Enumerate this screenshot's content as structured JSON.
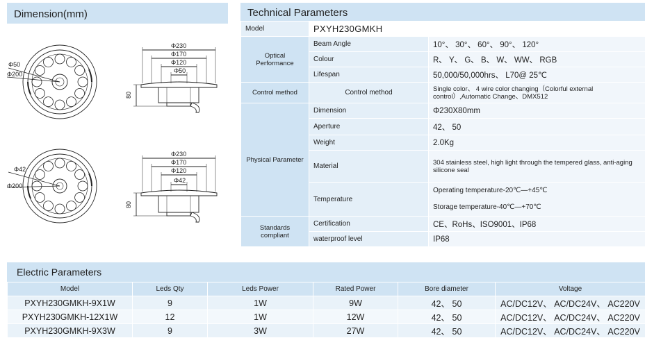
{
  "dimension": {
    "title": "Dimension(mm)",
    "top_view": {
      "labels": [
        {
          "text": "Φ230"
        },
        {
          "text": "Φ170"
        },
        {
          "text": "Φ120"
        },
        {
          "text": "Φ50"
        }
      ],
      "left_labels": {
        "inner": "Φ50",
        "outer": "Φ200"
      },
      "height": "80"
    },
    "bottom_view": {
      "labels": [
        {
          "text": "Φ230"
        },
        {
          "text": "Φ170"
        },
        {
          "text": "Φ120"
        },
        {
          "text": "Φ42"
        }
      ],
      "left_labels": {
        "inner": "Φ42",
        "outer": "Φ200"
      },
      "height": "80"
    }
  },
  "technical": {
    "title": "Technical  Parameters",
    "model_label": "Model",
    "model_value": "PXYH230GMKH",
    "groups": {
      "optical": "Optical Performance",
      "control": "Control method",
      "physical": "Physical Parameter",
      "standards": "Standards compliant"
    },
    "rows": {
      "beam_angle": {
        "label": "Beam Angle",
        "value": "10°、 30°、 60°、 90°、 120°"
      },
      "colour": {
        "label": "Colour",
        "value": "R、 Y、 G、 B、 W、 WW、 RGB"
      },
      "lifespan": {
        "label": "Lifespan",
        "value": "50,000/50,000hrs、 L70@ 25℃"
      },
      "control_method": {
        "label": "Control method",
        "value": "Single color、 4 wire color changing（Colorful external control）,Automatic Change、DMX512"
      },
      "dimension": {
        "label": "Dimension",
        "value": "Φ230X80mm"
      },
      "aperture": {
        "label": "Aperture",
        "value": "42、 50"
      },
      "weight": {
        "label": "Weight",
        "value": "2.0Kg"
      },
      "material": {
        "label": "Material",
        "value": "304 stainless steel, high light through the tempered glass, anti-aging silicone seal"
      },
      "temperature": {
        "label": "Temperature",
        "value_operating": "Operating temperature-20℃—+45℃",
        "value_storage": "Storage temperature-40℃—+70℃"
      },
      "certification": {
        "label": "Certification",
        "value": "CE、RoHs、ISO9001、IP68"
      },
      "waterproof": {
        "label": "waterproof level",
        "value": "IP68"
      }
    }
  },
  "electric": {
    "title": "Electric Parameters",
    "columns": [
      "Model",
      "Leds Qty",
      "Leds Power",
      "Rated Power",
      "Bore diameter",
      "Voltage"
    ],
    "rows": [
      [
        "PXYH230GMKH-9X1W",
        "9",
        "1W",
        "9W",
        "42、 50",
        "AC/DC12V、 AC/DC24V、 AC220V"
      ],
      [
        "PXYH230GMKH-12X1W",
        "12",
        "1W",
        "12W",
        "42、 50",
        "AC/DC12V、 AC/DC24V、 AC220V"
      ],
      [
        "PXYH230GMKH-9X3W",
        "9",
        "3W",
        "27W",
        "42、 50",
        "AC/DC12V、 AC/DC24V、 AC220V"
      ]
    ]
  }
}
